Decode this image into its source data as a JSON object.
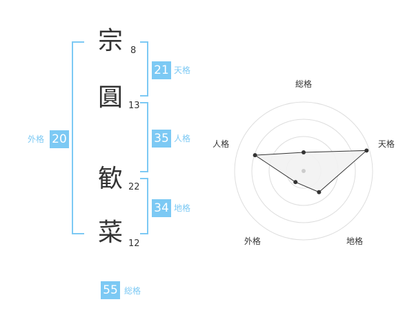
{
  "name": {
    "chars": [
      {
        "char": "宗",
        "strokes": "8"
      },
      {
        "char": "圓",
        "strokes": "13"
      },
      {
        "char": "歓",
        "strokes": "22"
      },
      {
        "char": "菜",
        "strokes": "12"
      }
    ]
  },
  "scores": {
    "tenkaku": {
      "value": "21",
      "label": "天格"
    },
    "jinkaku": {
      "value": "35",
      "label": "人格"
    },
    "chikaku": {
      "value": "34",
      "label": "地格"
    },
    "gaikaku": {
      "value": "20",
      "label": "外格"
    },
    "soukaku": {
      "value": "55",
      "label": "総格"
    }
  },
  "radar": {
    "axes": [
      "総格",
      "天格",
      "地格",
      "外格",
      "人格"
    ],
    "values": [
      0.27,
      0.96,
      0.38,
      0.2,
      0.74
    ],
    "colors": {
      "grid": "#dddddd",
      "fill": "#f2f2f2",
      "line": "#333333",
      "center": "#cccccc"
    }
  }
}
